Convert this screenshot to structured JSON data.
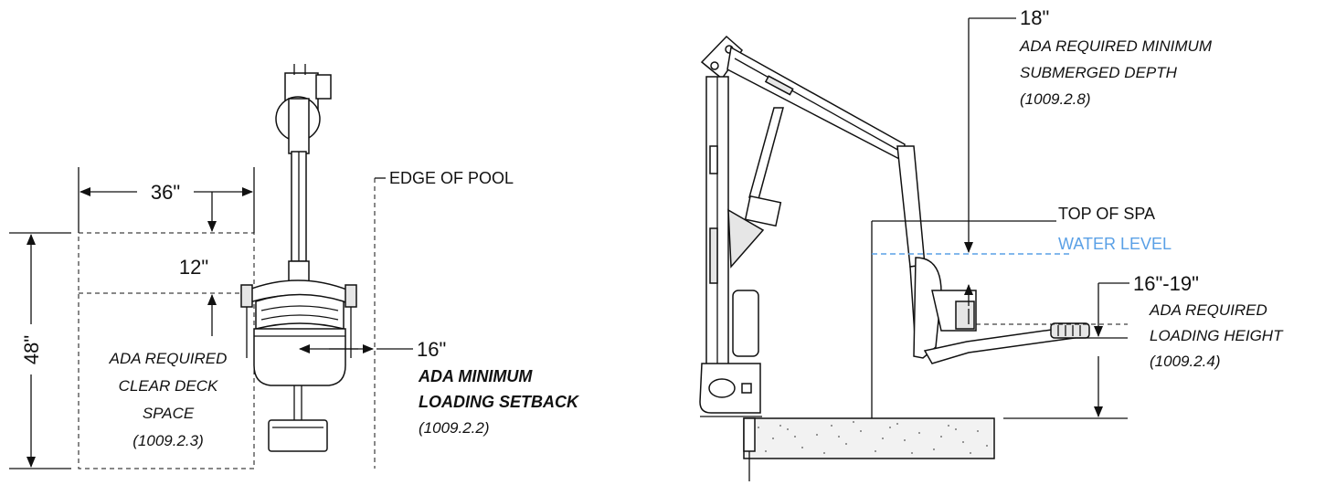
{
  "front_view": {
    "dim_width": "36\"",
    "dim_height": "48\"",
    "dim_top_offset": "12\"",
    "dim_setback": "16\"",
    "edge_label": "EDGE OF POOL",
    "deck_space": {
      "line1": "ADA REQUIRED",
      "line2": "CLEAR DECK",
      "line3": "SPACE",
      "ref": "(1009.2.3)"
    },
    "setback_note": {
      "line1": "ADA MINIMUM",
      "line2": "LOADING SETBACK",
      "ref": "(1009.2.2)"
    }
  },
  "side_view": {
    "depth_dim": "18\"",
    "depth_note": {
      "line1": "ADA REQUIRED MINIMUM",
      "line2": "SUBMERGED DEPTH",
      "ref": "(1009.2.8)"
    },
    "top_of_spa": "TOP OF SPA",
    "water_level": "WATER LEVEL",
    "water_color": "#5aa0e6",
    "height_dim": "16\"-19\"",
    "height_note": {
      "line1": "ADA REQUIRED",
      "line2": "LOADING HEIGHT",
      "ref": "(1009.2.4)"
    }
  }
}
